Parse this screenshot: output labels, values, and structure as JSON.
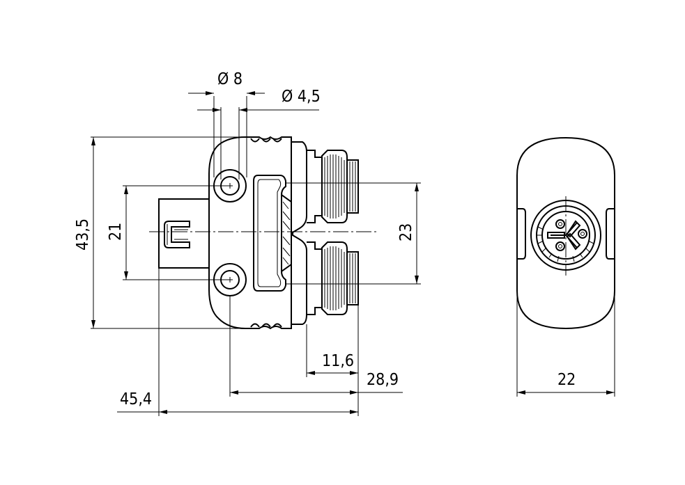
{
  "dimensions": {
    "bore_outer": "Ø 8",
    "bore_inner": "Ø 4,5",
    "overall_height": "43,5",
    "hole_spacing": "21",
    "port_spacing": "23",
    "thread_length": "11,6",
    "body_to_port_length": "28,9",
    "overall_length": "45,4",
    "end_view_width": "22"
  }
}
